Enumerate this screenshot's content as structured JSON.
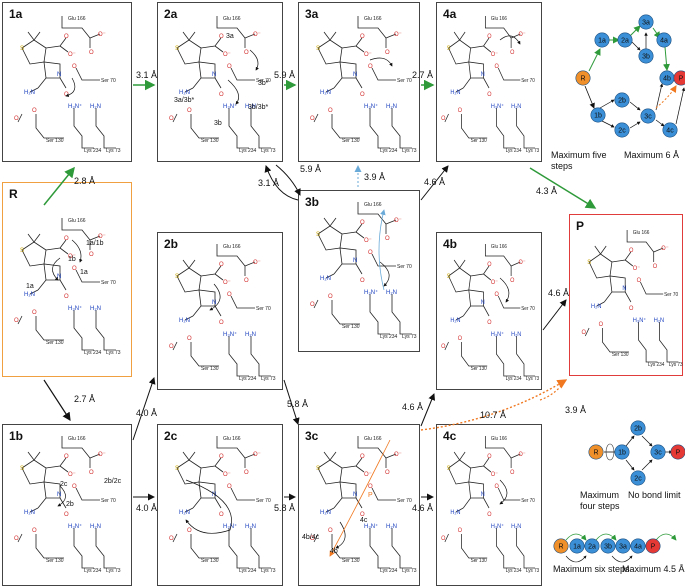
{
  "boxes": {
    "R": "R",
    "b1a": "1a",
    "b2a": "2a",
    "b3a": "3a",
    "b4a": "4a",
    "b2b": "2b",
    "b3b": "3b",
    "b4b": "4b",
    "b1b": "1b",
    "b2c": "2c",
    "b3c": "3c",
    "b4c": "4c",
    "P": "P"
  },
  "residues": {
    "glu": "Glu 166",
    "ser": "Ser 70",
    "lys234": "Lys 234",
    "lys73": "Lys 73",
    "ser130": "Ser 130"
  },
  "distances": {
    "d1a_2a": "3.1 Å",
    "d2a_3a": "5.9 Å",
    "d3a_4a": "2.7 Å",
    "dR_1a": "2.8 Å",
    "d3b_up": "3.9 Å",
    "d2a_3b": "5.9 Å",
    "d3b_2a": "3.1 Å",
    "d4a_3b": "4.6 Å",
    "d4a_P": "4.3 Å",
    "d4b_P": "4.6 Å",
    "dR_1b": "2.7 Å",
    "d1b_2b": "4.0 Å",
    "d1b_2c": "4.0 Å",
    "d2b_3c": "5.8 Å",
    "d2c_3c": "5.8 Å",
    "d3c_4b": "4.6 Å",
    "d3c_4c": "4.6 Å",
    "d3c_P": "10.7 Å",
    "d4c_P": "3.9 Å"
  },
  "mech_labels": {
    "l1a1b": "1a/1b",
    "l1b": "1b",
    "l1a": "1a",
    "l1a2": "1a",
    "l3b3b": "3a/3b*",
    "l3b": "3b",
    "l3a": "3a",
    "l3bstar": "3b*",
    "l3b3bs": "3b/3b*",
    "l2c": "2c",
    "l2b2c": "2b/2c",
    "l2b": "2b",
    "l4b4c": "4b/4c",
    "l4c": "4c",
    "l4b": "4b",
    "lP": "P"
  },
  "legend_nodes": [
    "R",
    "1a",
    "2a",
    "3a",
    "3b",
    "4a",
    "1b",
    "2b",
    "2c",
    "3c",
    "4b",
    "4c",
    "P"
  ],
  "captions": {
    "max_five": "Maximum five steps",
    "max_six_a": "Maximum 6 Å",
    "max_four": "Maximum four steps",
    "no_bond": "No bond limit",
    "max_six_steps": "Maximum six steps",
    "max_45": "Maximum 4.5 Å"
  },
  "colors": {
    "node_blue": "#3b8fd6",
    "node_orange": "#f0902a",
    "node_red": "#e53935",
    "green": "#2e9a3a",
    "orange_dot": "#f07820",
    "red_frame": "#e03c3c",
    "orange_frame": "#f0a040"
  }
}
